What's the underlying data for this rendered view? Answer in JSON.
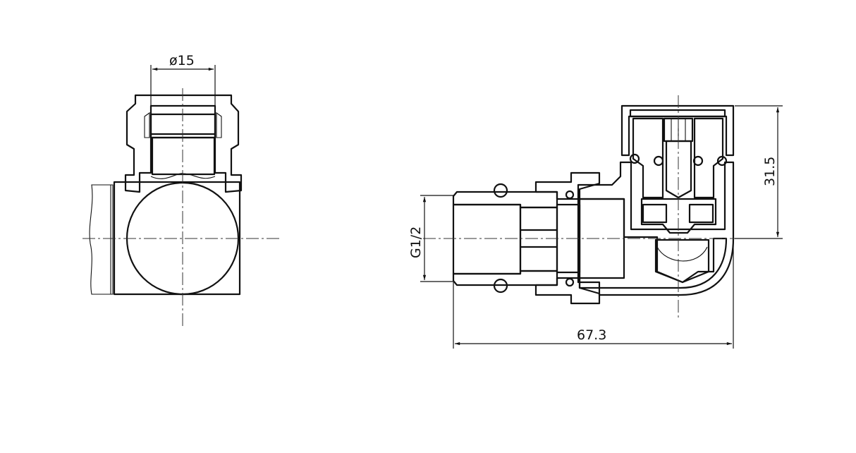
{
  "drawing": {
    "type": "technical engineering drawing",
    "subject": "angled radiator valve",
    "line_color": "#111111",
    "background": "#ffffff",
    "views": [
      {
        "name": "end view",
        "position": "left"
      },
      {
        "name": "side section view",
        "position": "right"
      }
    ]
  },
  "dimensions": {
    "pipe_diameter": "ø15",
    "thread": "G1/2",
    "height": "31.5",
    "length": "67.3"
  }
}
